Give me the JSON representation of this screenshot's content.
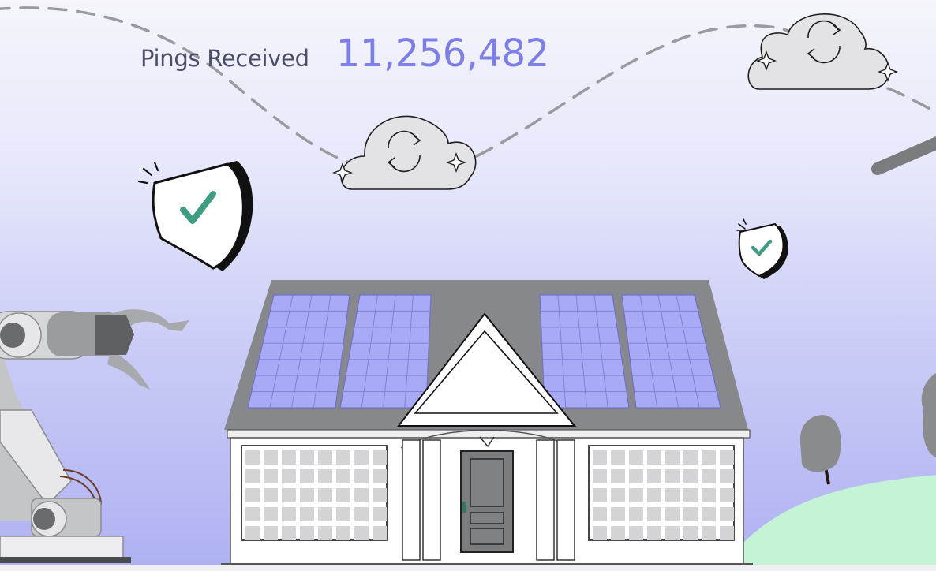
{
  "stats": {
    "pings_label": "Pings Received",
    "pings_value": "11,256,482"
  },
  "colors": {
    "background_top": "#f5f5fb",
    "background_bottom": "#aeb1f2",
    "accent": "#7d7fe6",
    "solar_panel": "#a9aaf6",
    "roof": "#86888b",
    "checkmark": "#3f9c82",
    "hill": "#c5f3d6"
  },
  "icons": [
    "sync-icon",
    "sparkle-icon",
    "shield-check-icon",
    "robot-arm",
    "solar-house",
    "tree"
  ]
}
